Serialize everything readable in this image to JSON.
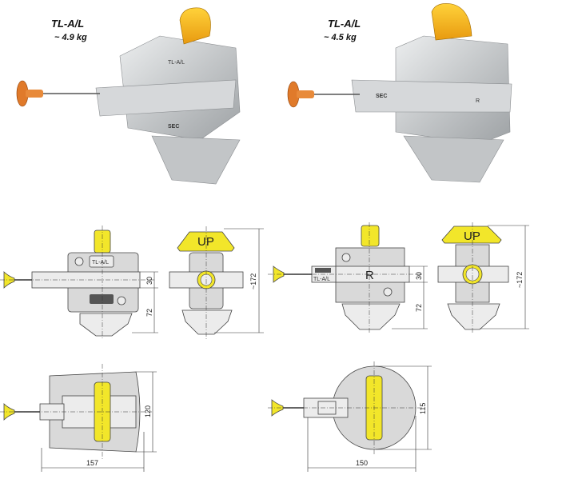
{
  "products": [
    {
      "name": "TL-A/L",
      "weight": "~ 4.9 kg",
      "side_marking": "TL-A/L",
      "logo": "SEC"
    },
    {
      "name": "TL-A/L",
      "weight": "~ 4.5 kg",
      "side_marking": "R",
      "logo": "SEC"
    }
  ],
  "drawings": {
    "left_front": {
      "plate_label": "TL-A/L",
      "dim_upper": "30",
      "dim_lower": "72"
    },
    "left_side": {
      "cone_label": "UP",
      "dim_height": "~172"
    },
    "left_top": {
      "dim_width": "120",
      "dim_length": "157"
    },
    "right_front": {
      "plate_label": "TL-A/L",
      "center_label": "R",
      "dim_upper": "30",
      "dim_lower": "72"
    },
    "right_side": {
      "cone_label": "UP",
      "dim_height": "~172"
    },
    "right_top": {
      "dim_width": "115",
      "dim_length": "150"
    }
  },
  "colors": {
    "handle": "#f2b21a",
    "pin": "#e07a2a",
    "drawing_yellow": "#f2e62a",
    "casting": "#c9cbcd"
  }
}
